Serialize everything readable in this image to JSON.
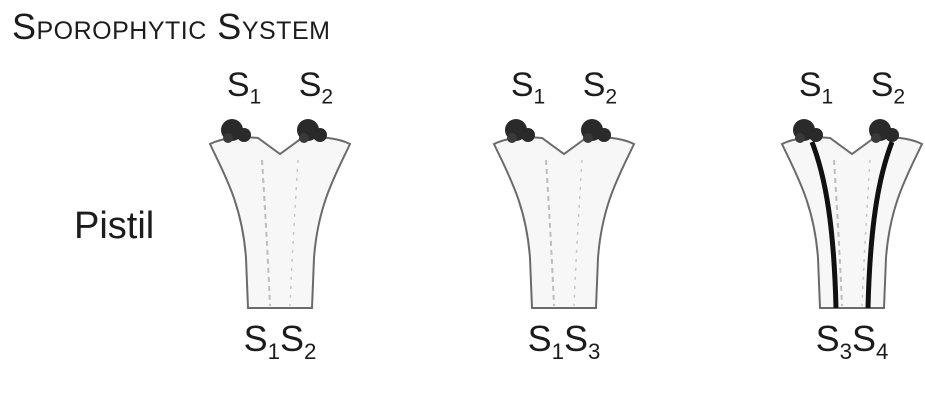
{
  "title": "Sporophytic System",
  "side_label": "Pistil",
  "panels": [
    {
      "pollen": [
        {
          "base": "S",
          "sub": "1"
        },
        {
          "base": "S",
          "sub": "2"
        }
      ],
      "genotype": [
        {
          "base": "S",
          "sub": "1"
        },
        {
          "base": "S",
          "sub": "2"
        }
      ],
      "tubes_grow": false
    },
    {
      "pollen": [
        {
          "base": "S",
          "sub": "1"
        },
        {
          "base": "S",
          "sub": "2"
        }
      ],
      "genotype": [
        {
          "base": "S",
          "sub": "1"
        },
        {
          "base": "S",
          "sub": "3"
        }
      ],
      "tubes_grow": false
    },
    {
      "pollen": [
        {
          "base": "S",
          "sub": "1"
        },
        {
          "base": "S",
          "sub": "2"
        }
      ],
      "genotype": [
        {
          "base": "S",
          "sub": "3"
        },
        {
          "base": "S",
          "sub": "4"
        }
      ],
      "tubes_grow": true
    }
  ],
  "colors": {
    "ink": "#1c1c1c",
    "pollen": "#2a2a2a",
    "outline": "#6b6b6b",
    "tube": "#111111"
  }
}
